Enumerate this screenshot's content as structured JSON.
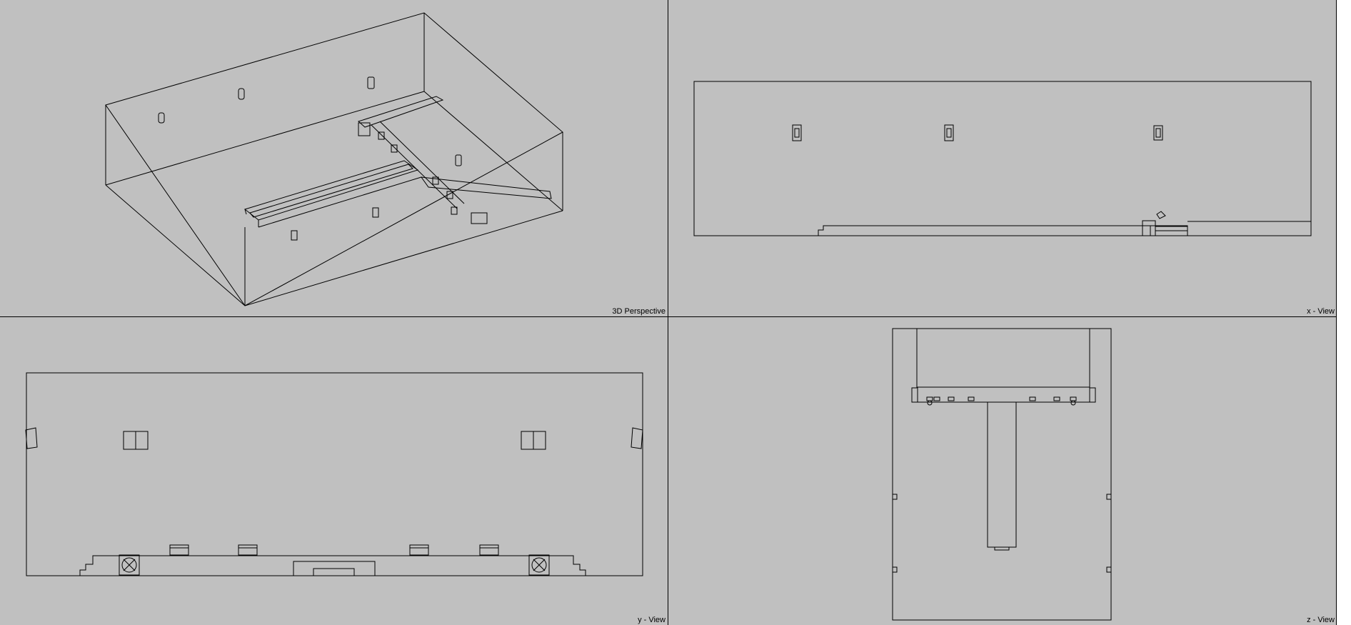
{
  "viewports": {
    "perspective": {
      "label": "3D Perspective"
    },
    "x_view": {
      "label": "x - View"
    },
    "y_view": {
      "label": "y - View"
    },
    "z_view": {
      "label": "z - View"
    }
  },
  "colors": {
    "viewport_bg": "#c0c0c0",
    "wireframe": "#000000"
  }
}
